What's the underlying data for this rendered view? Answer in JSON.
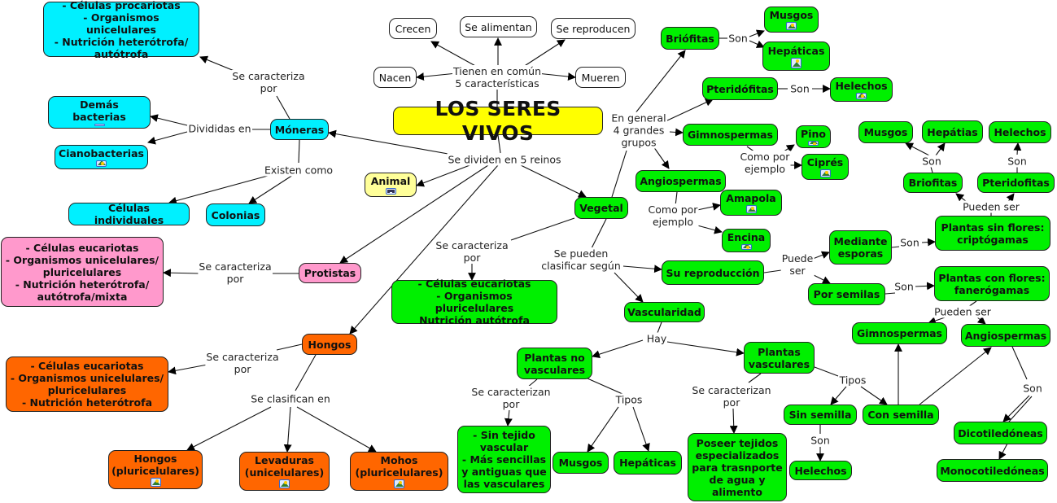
{
  "title": "LOS SERES VIVOS",
  "colors": {
    "title": "#ffff00",
    "moneras": "#00f0ff",
    "vegetal": "#00f000",
    "protistas": "#ff99cc",
    "hongos": "#ff6600",
    "animal": "#ffff99"
  },
  "nodes": {
    "root": {
      "text": "LOS SERES VIVOS",
      "style": "title"
    },
    "crecen": {
      "text": "Crecen",
      "style": "plain"
    },
    "se_alimentan": {
      "text": "Se alimentan",
      "style": "plain"
    },
    "se_reproducen": {
      "text": "Se reproducen",
      "style": "plain"
    },
    "nacen": {
      "text": "Nacen",
      "style": "plain"
    },
    "mueren": {
      "text": "Mueren",
      "style": "plain"
    },
    "moneras": {
      "text": "Móneras",
      "style": "cyan"
    },
    "moneras_car": {
      "text": "- Células procariotas\n- Organismos unicelulares\n- Nutrición heterótrofa/\nautótrofa",
      "style": "cyan"
    },
    "demas_bacterias": {
      "text": "Demás bacterias",
      "style": "cyan",
      "icon": "image-icon"
    },
    "cianobacterias": {
      "text": "Cianobacterias",
      "style": "cyan",
      "icon": "image-icon"
    },
    "celulas_individuales": {
      "text": "Células individuales",
      "style": "cyan"
    },
    "colonias": {
      "text": "Colonias",
      "style": "cyan"
    },
    "animal": {
      "text": "Animal",
      "style": "yellow",
      "icon": "submap-icon"
    },
    "protistas": {
      "text": "Protistas",
      "style": "pink"
    },
    "protistas_car": {
      "text": "- Células eucariotas\n- Organismos unicelulares/\npluricelulares\n- Nutrición heterótrofa/\nautótrofa/mixta",
      "style": "pink"
    },
    "hongos": {
      "text": "Hongos",
      "style": "orange"
    },
    "hongos_car": {
      "text": "- Células eucariotas\n- Organismos unicelulares/\npluricelulares\n- Nutrición heterótrofa",
      "style": "orange"
    },
    "hongos_pluri": {
      "text": "Hongos\n(pluricelulares)",
      "style": "orange",
      "icon": "image-icon"
    },
    "levaduras": {
      "text": "Levaduras\n(unicelulares)",
      "style": "orange",
      "icon": "image-icon"
    },
    "mohos": {
      "text": "Mohos\n(pluricelulares)",
      "style": "orange",
      "icon": "image-icon"
    },
    "vegetal": {
      "text": "Vegetal",
      "style": "green"
    },
    "vegetal_car": {
      "text": "- Células eucariotas\n- Organismos pluricelulares\nNutrición autótrofa",
      "style": "green"
    },
    "briofitas": {
      "text": "Briófitas",
      "style": "green"
    },
    "musgos1": {
      "text": "Musgos",
      "style": "green",
      "icon": "image-icon"
    },
    "hepaticas1": {
      "text": "Hepáticas",
      "style": "green",
      "icon": "image-icon"
    },
    "pteridofitas": {
      "text": "Pteridófitas",
      "style": "green"
    },
    "helechos1": {
      "text": "Helechos",
      "style": "green",
      "icon": "image-icon"
    },
    "gimnospermas1": {
      "text": "Gimnospermas",
      "style": "green"
    },
    "pino": {
      "text": "Pino",
      "style": "green",
      "icon": "image-icon"
    },
    "cipres": {
      "text": "Ciprés",
      "style": "green",
      "icon": "image-icon"
    },
    "angiospermas1": {
      "text": "Angiospermas",
      "style": "green"
    },
    "amapola": {
      "text": "Amapola",
      "style": "green",
      "icon": "image-icon"
    },
    "encina": {
      "text": "Encina",
      "style": "green",
      "icon": "image-icon"
    },
    "su_reproduccion": {
      "text": "Su reproducción",
      "style": "green"
    },
    "mediante_esporas": {
      "text": "Mediante\nesporas",
      "style": "green"
    },
    "por_semilas": {
      "text": "Por semilas",
      "style": "green"
    },
    "sin_flores": {
      "text": "Plantas sin flores:\ncriptógamas",
      "style": "green"
    },
    "con_flores": {
      "text": "Plantas con flores:\nfanerógamas",
      "style": "green"
    },
    "briofitas2": {
      "text": "Briofitas",
      "style": "green"
    },
    "pteridofitas2": {
      "text": "Pteridofitas",
      "style": "green"
    },
    "musgos2": {
      "text": "Musgos",
      "style": "green"
    },
    "hepatias2": {
      "text": "Hepátias",
      "style": "green"
    },
    "helechos2": {
      "text": "Helechos",
      "style": "green"
    },
    "gimnospermas2": {
      "text": "Gimnospermas",
      "style": "green"
    },
    "angiospermas2": {
      "text": "Angiospermas",
      "style": "green"
    },
    "dicotiledoneas": {
      "text": "Dicotiledóneas",
      "style": "green"
    },
    "monocotiledoneas": {
      "text": "Monocotiledóneas",
      "style": "green"
    },
    "vascularidad": {
      "text": "Vascularidad",
      "style": "green"
    },
    "no_vasculares": {
      "text": "Plantas no\nvasculares",
      "style": "green"
    },
    "vasculares": {
      "text": "Plantas\nvasculares",
      "style": "green"
    },
    "no_vasc_car": {
      "text": "- Sin tejido\nvascular\n- Más sencillas\ny antiguas que\nlas vasculares",
      "style": "green"
    },
    "musgos3": {
      "text": "Musgos",
      "style": "green"
    },
    "hepaticas3": {
      "text": "Hepáticas",
      "style": "green"
    },
    "vasc_car": {
      "text": "Poseer tejidos\nespecializados\npara trasnporte\nde agua y\nalimento",
      "style": "green"
    },
    "sin_semilla": {
      "text": "Sin semilla",
      "style": "green"
    },
    "con_semilla": {
      "text": "Con semilla",
      "style": "green"
    },
    "helechos3": {
      "text": "Helechos",
      "style": "green"
    }
  },
  "link_labels": {
    "tienen_comun": "Tienen en común\n5 características",
    "se_dividen": "Se dividen en 5 reinos",
    "mon_caracteriza": "Se caracteriza\npor",
    "mon_divididas": "Divididas en",
    "mon_existen": "Existen como",
    "pro_caracteriza": "Se caracteriza\npor",
    "hon_caracteriza": "Se caracteriza\npor",
    "hon_clasifican": "Se clasifican en",
    "veg_caracteriza": "Se caracteriza\npor",
    "veg_grupos": "En general\n4 grandes\ngrupos",
    "veg_clasificar": "Se pueden\nclasificar según",
    "brio_son": "Son",
    "pteri_son": "Son",
    "gimno_ejemplo": "Como por\nejemplo",
    "angio_ejemplo": "Como por\nejemplo",
    "puede_ser": "Puede\nser",
    "esporas_son": "Son",
    "semilas_son": "Son",
    "sinflores_pueden": "Pueden ser",
    "brio2_son": "Son",
    "pteri2_son": "Son",
    "conflores_pueden": "Pueden ser",
    "angio2_son": "Son",
    "hay": "Hay",
    "novasc_caracterizan": "Se caracterizan\npor",
    "novasc_tipos": "Tipos",
    "vasc_caracterizan": "Se caracterizan\npor",
    "vasc_tipos": "Tipos",
    "sinsemilla_son": "Son"
  }
}
